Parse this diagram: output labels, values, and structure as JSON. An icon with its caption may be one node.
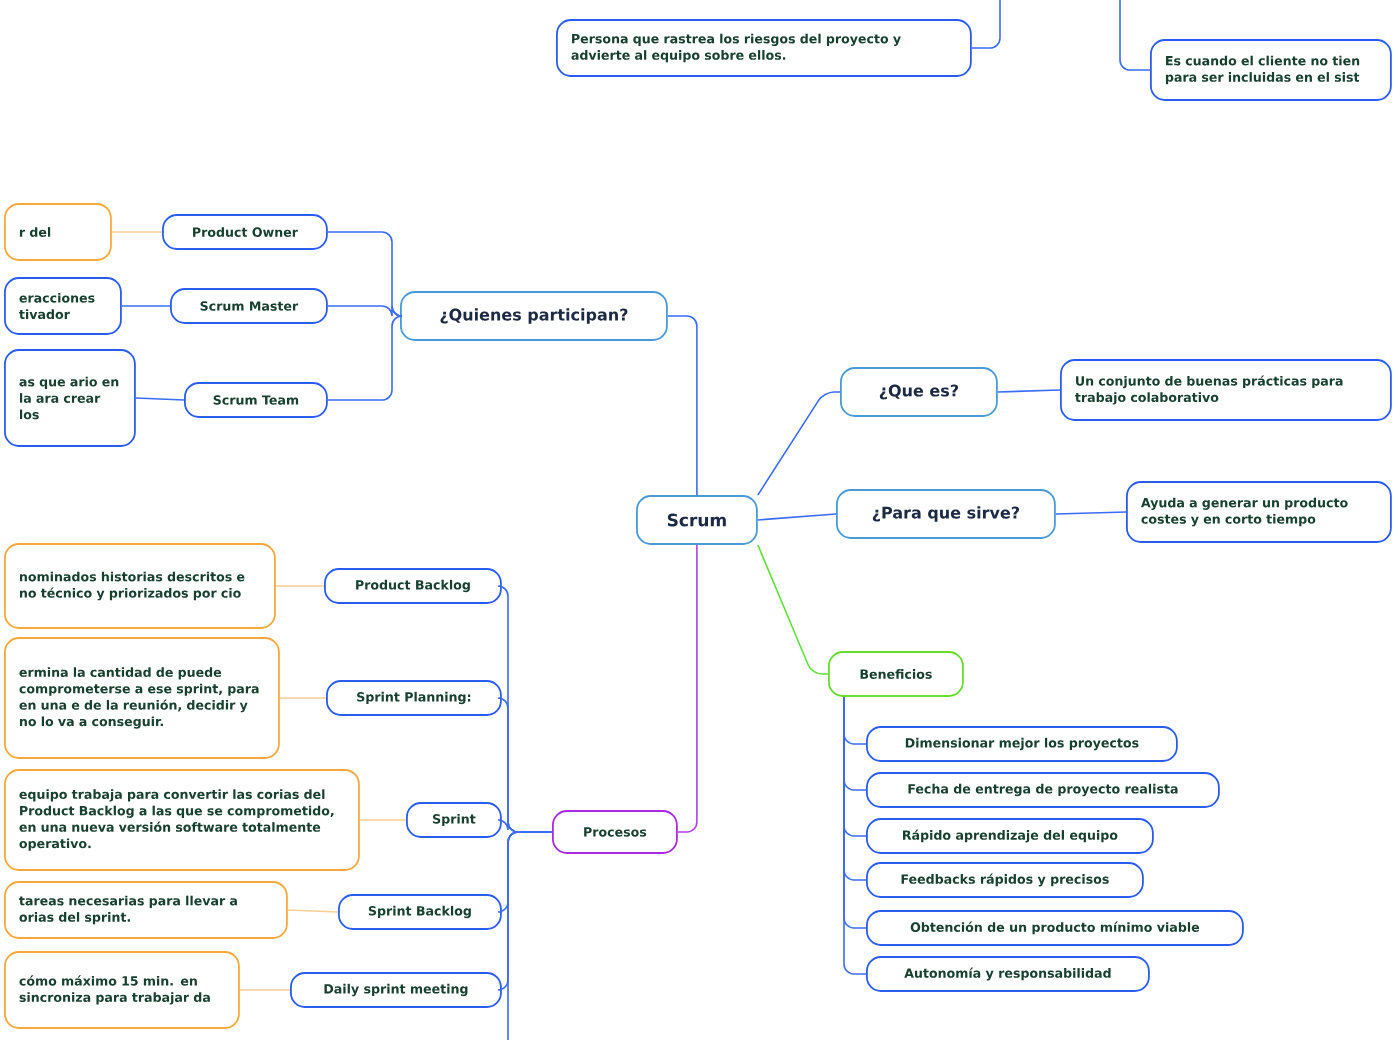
{
  "diagram": {
    "nodes": [
      {
        "text": [
          "Scrum"
        ]
      },
      {
        "text": [
          "¿Quienes participan?"
        ]
      },
      {
        "text": [
          "Product Owner"
        ]
      },
      {
        "text": [
          "Scrum Master"
        ]
      },
      {
        "text": [
          "Scrum Team"
        ]
      },
      {
        "text": [
          "r del"
        ]
      },
      {
        "text": [
          "eracciones tivador"
        ]
      },
      {
        "text": [
          "as que ario en la ara crear los"
        ]
      },
      {
        "text": [
          "¿Que es?"
        ]
      },
      {
        "text": [
          "Un conjunto de buenas prácticas para trabajo colaborativo"
        ]
      },
      {
        "text": [
          "¿Para que sirve?"
        ]
      },
      {
        "text": [
          "Ayuda a generar un producto costes y en corto tiempo"
        ]
      },
      {
        "text": [
          "Beneficios"
        ]
      },
      {
        "text": [
          "Dimensionar mejor los proyectos"
        ]
      },
      {
        "text": [
          "Fecha de entrega de proyecto realista"
        ]
      },
      {
        "text": [
          "Rápido aprendizaje del equipo"
        ]
      },
      {
        "text": [
          "Feedbacks rápidos y precisos"
        ]
      },
      {
        "text": [
          "Obtención de un producto mínimo viable"
        ]
      },
      {
        "text": [
          "Autonomía y responsabilidad"
        ]
      },
      {
        "text": [
          "Procesos"
        ]
      },
      {
        "text": [
          "Product Backlog"
        ]
      },
      {
        "text": [
          "Sprint Planning:"
        ]
      },
      {
        "text": [
          "Sprint"
        ]
      },
      {
        "text": [
          "Sprint Backlog"
        ]
      },
      {
        "text": [
          "Daily sprint meeting"
        ]
      },
      {
        "text": [
          "nominados historias descritos e no técnico y priorizados por cio"
        ]
      },
      {
        "text": [
          "ermina la cantidad de puede comprometerse a ese sprint, para en una e de la reunión, decidir y no lo va a conseguir."
        ]
      },
      {
        "text": [
          "equipo trabaja para convertir las corias del Product Backlog a las que se comprometido, en una nueva versión software totalmente operativo."
        ]
      },
      {
        "text": [
          "tareas necesarias para llevar a orias del sprint."
        ]
      },
      {
        "text": [
          "cómo máximo 15 min. en sincroniza para trabajar da"
        ]
      },
      {
        "text": [
          "Persona que rastrea los riesgos del proyecto y advierte al equipo sobre ellos."
        ]
      },
      {
        "text": [
          "Es cuando el cliente no tien para ser incluidas en el sist"
        ]
      }
    ],
    "edges": [
      {
        "from": 0,
        "to": 1,
        "arrow": "none"
      },
      {
        "from": 1,
        "to": 2,
        "arrow": "none"
      },
      {
        "from": 1,
        "to": 3,
        "arrow": "none"
      },
      {
        "from": 1,
        "to": 4,
        "arrow": "none"
      },
      {
        "from": 2,
        "to": 5,
        "arrow": "none",
        "color": "#f9cf94"
      },
      {
        "from": 3,
        "to": 6,
        "arrow": "none"
      },
      {
        "from": 4,
        "to": 7,
        "arrow": "none"
      },
      {
        "from": 0,
        "to": 8,
        "arrow": "none"
      },
      {
        "from": 8,
        "to": 9,
        "arrow": "none"
      },
      {
        "from": 0,
        "to": 10,
        "arrow": "none"
      },
      {
        "from": 10,
        "to": 11,
        "arrow": "none"
      },
      {
        "from": 0,
        "to": 12,
        "arrow": "none",
        "color": "#5fe03a"
      },
      {
        "from": 12,
        "to": 13,
        "arrow": "none"
      },
      {
        "from": 12,
        "to": 14,
        "arrow": "none"
      },
      {
        "from": 12,
        "to": 15,
        "arrow": "none"
      },
      {
        "from": 12,
        "to": 16,
        "arrow": "none"
      },
      {
        "from": 12,
        "to": 17,
        "arrow": "none"
      },
      {
        "from": 12,
        "to": 18,
        "arrow": "none"
      },
      {
        "from": 0,
        "to": 19,
        "arrow": "none",
        "color": "#b040ea"
      },
      {
        "from": 19,
        "to": 20,
        "arrow": "none"
      },
      {
        "from": 19,
        "to": 21,
        "arrow": "none"
      },
      {
        "from": 19,
        "to": 22,
        "arrow": "none"
      },
      {
        "from": 19,
        "to": 23,
        "arrow": "none"
      },
      {
        "from": 19,
        "to": 24,
        "arrow": "none"
      },
      {
        "from": 19,
        "to": null,
        "arrow": "none"
      },
      {
        "from": 20,
        "to": 25,
        "arrow": "none",
        "color": "#f9cf94"
      },
      {
        "from": 21,
        "to": 26,
        "arrow": "none",
        "color": "#f9cf94"
      },
      {
        "from": 22,
        "to": 27,
        "arrow": "none",
        "color": "#f9cf94"
      },
      {
        "from": 23,
        "to": 28,
        "arrow": "none",
        "color": "#f9cf94"
      },
      {
        "from": 24,
        "to": 29,
        "arrow": "none",
        "color": "#f9cf94"
      },
      {
        "from": null,
        "to": 30,
        "arrow": "none"
      },
      {
        "from": null,
        "to": 31,
        "arrow": "none"
      }
    ]
  }
}
